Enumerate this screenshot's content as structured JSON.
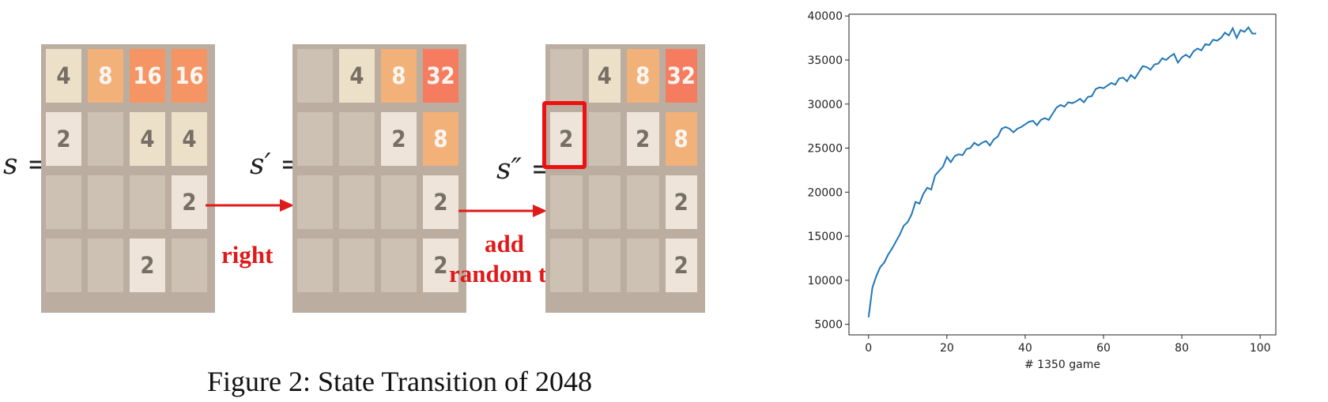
{
  "diagram": {
    "boards": [
      {
        "label": "s =",
        "cells": [
          [
            4,
            8,
            16,
            16
          ],
          [
            2,
            0,
            4,
            4
          ],
          [
            0,
            0,
            0,
            2
          ],
          [
            0,
            0,
            2,
            0
          ]
        ]
      },
      {
        "label": "s′ =",
        "cells": [
          [
            0,
            4,
            8,
            32
          ],
          [
            0,
            0,
            2,
            8
          ],
          [
            0,
            0,
            0,
            2
          ],
          [
            0,
            0,
            0,
            2
          ]
        ]
      },
      {
        "label": "s″ =",
        "cells": [
          [
            0,
            4,
            8,
            32
          ],
          [
            2,
            0,
            2,
            8
          ],
          [
            0,
            0,
            0,
            2
          ],
          [
            0,
            0,
            0,
            2
          ]
        ]
      }
    ],
    "actions": [
      {
        "label": "right"
      },
      {
        "label_line1": "add",
        "label_line2": "random tile"
      }
    ],
    "highlight": {
      "board": 2,
      "row": 1,
      "col": 0
    },
    "tile_colors": {
      "board": "#bbada0",
      "empty": "#cdc1b4",
      "2": "#eee4da",
      "4": "#ede0c8",
      "8": "#f2b179",
      "16": "#f59563",
      "32": "#f67c5f",
      "arrow": "#e01a1a"
    },
    "caption": "Figure 2: State Transition of 2048"
  },
  "chart_data": {
    "type": "line",
    "title": "",
    "xlabel": "# 1350 game",
    "ylabel": "",
    "xlim": [
      -5,
      104
    ],
    "ylim": [
      3800,
      40200
    ],
    "x_ticks": [
      0,
      20,
      40,
      60,
      80,
      100
    ],
    "y_ticks": [
      5000,
      10000,
      15000,
      20000,
      25000,
      30000,
      35000,
      40000
    ],
    "grid": false,
    "line_color": "#1f77b4",
    "series": [
      {
        "x": [
          0,
          1,
          2,
          3,
          4,
          5,
          6,
          7,
          8,
          9,
          10,
          11,
          12,
          13,
          14,
          15,
          16,
          17,
          18,
          19,
          20,
          21,
          22,
          23,
          24,
          25,
          26,
          27,
          28,
          29,
          30,
          31,
          32,
          33,
          34,
          35,
          36,
          37,
          38,
          39,
          40,
          41,
          42,
          43,
          44,
          45,
          46,
          47,
          48,
          49,
          50,
          51,
          52,
          53,
          54,
          55,
          56,
          57,
          58,
          59,
          60,
          61,
          62,
          63,
          64,
          65,
          66,
          67,
          68,
          69,
          70,
          71,
          72,
          73,
          74,
          75,
          76,
          77,
          78,
          79,
          80,
          81,
          82,
          83,
          84,
          85,
          86,
          87,
          88,
          89,
          90,
          91,
          92,
          93,
          94,
          95,
          96,
          97,
          98,
          99
        ],
        "values": [
          5800,
          9200,
          10500,
          11500,
          12000,
          12900,
          13600,
          14400,
          15200,
          16200,
          16600,
          17500,
          18900,
          18700,
          19800,
          20500,
          20300,
          21900,
          22400,
          22900,
          24000,
          23400,
          24100,
          24300,
          24200,
          24900,
          25000,
          25600,
          25300,
          25600,
          25800,
          25300,
          26000,
          26300,
          27200,
          27400,
          27200,
          26800,
          27200,
          27400,
          27700,
          28000,
          28100,
          27600,
          28200,
          28400,
          28200,
          28900,
          29600,
          29900,
          29700,
          30200,
          30100,
          30300,
          30600,
          30200,
          30800,
          30900,
          31700,
          31900,
          31800,
          32100,
          32400,
          32200,
          32900,
          33000,
          32600,
          33300,
          32900,
          33600,
          34300,
          34200,
          33900,
          34500,
          34600,
          35200,
          35000,
          35400,
          35700,
          34700,
          35300,
          35600,
          35300,
          36000,
          36300,
          36100,
          36800,
          36700,
          37300,
          37200,
          37500,
          38100,
          37800,
          38600,
          37500,
          38400,
          38200,
          38700,
          38000,
          38000
        ]
      }
    ]
  }
}
